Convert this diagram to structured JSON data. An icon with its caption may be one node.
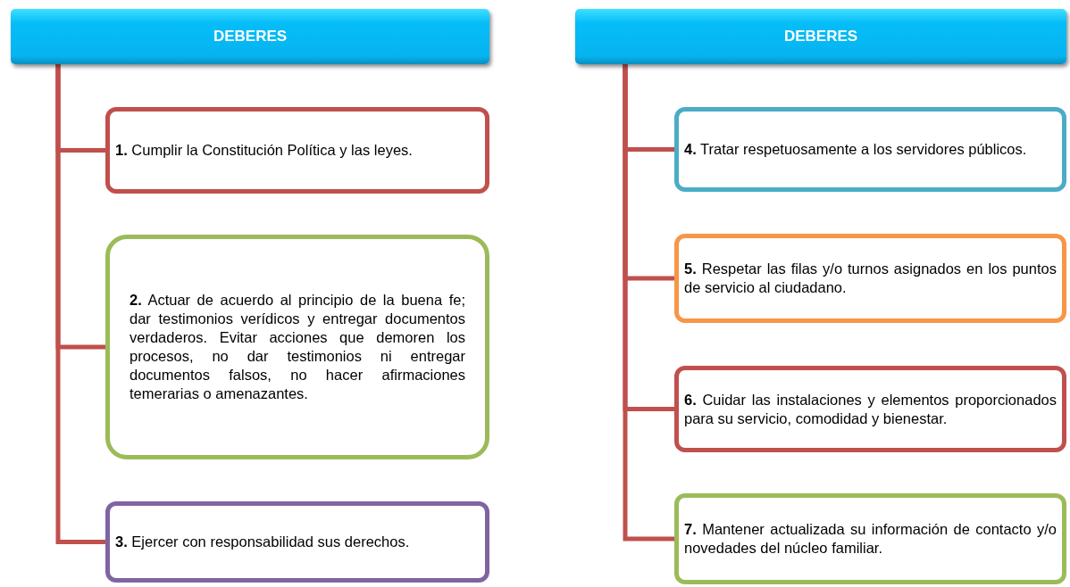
{
  "diagram": {
    "nodes": [
      {
        "text": [
          "DEBERES"
        ]
      },
      {
        "text": [
          "**1.** Cumplir la Constitución Política y las leyes."
        ]
      },
      {
        "text": [
          "**2.** Actuar de acuerdo al principio de la buena fe; dar testimonios verídicos y entregar documentos verdaderos. Evitar acciones que demoren los procesos, no dar testimonios ni entregar documentos falsos, no hacer afirmaciones temerarias o amenazantes."
        ]
      },
      {
        "text": [
          "**3.** Ejercer con responsabilidad sus derechos."
        ]
      },
      {
        "text": [
          "DEBERES"
        ]
      },
      {
        "text": [
          "**4.** Tratar respetuosamente a los servidores públicos."
        ]
      },
      {
        "text": [
          "**5.** Respetar las filas  y/o turnos asignados en los puntos de servicio al ciudadano."
        ]
      },
      {
        "text": [
          "**6.** Cuidar las instalaciones y elementos proporcionados para su servicio, comodidad y bienestar."
        ]
      },
      {
        "text": [
          "**7.** Mantener actualizada su información de contacto y/o novedades del núcleo familiar."
        ]
      }
    ],
    "edges": [
      {
        "from": 0,
        "to": 1,
        "arrow": "none"
      },
      {
        "from": 0,
        "to": 2,
        "arrow": "none"
      },
      {
        "from": 0,
        "to": 3,
        "arrow": "none"
      },
      {
        "from": 4,
        "to": 5,
        "arrow": "none"
      },
      {
        "from": 4,
        "to": 6,
        "arrow": "none"
      },
      {
        "from": 4,
        "to": 7,
        "arrow": "none"
      },
      {
        "from": 4,
        "to": 8,
        "arrow": "none"
      }
    ]
  }
}
